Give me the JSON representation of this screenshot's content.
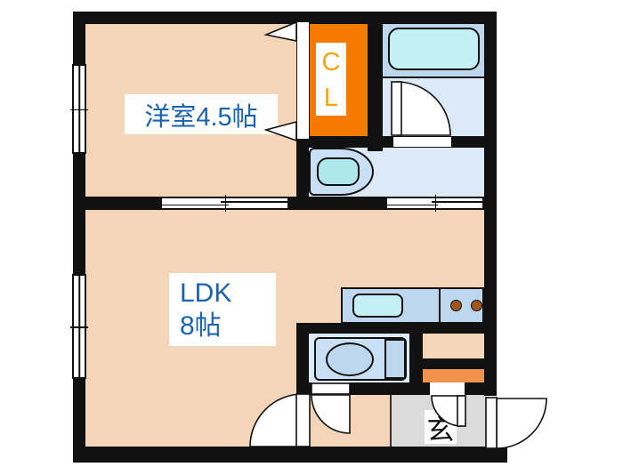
{
  "floorplan": {
    "rooms": {
      "western_room": {
        "name": "洋室",
        "size": "4.5帖"
      },
      "ldk": {
        "name": "LDK",
        "size": "8帖"
      },
      "closet": {
        "label": "CL"
      },
      "entrance": {
        "label": "玄"
      }
    },
    "fixtures": {
      "bathtub": "bathtub",
      "vanity_sink": "washroom-sink",
      "kitchen_sink": "kitchen-sink",
      "stove_burners": 2,
      "toilet": "toilet",
      "shoe_cabinet": "shoe-cabinet"
    },
    "colors": {
      "wall": "#111111",
      "room_peach": "#F4D5B8",
      "closet_orange": "#F57A00",
      "closet_label_amber": "#F7A600",
      "label_blue": "#1A63AE",
      "bath_blue": "#BDD7EE",
      "wet_room_blue": "#DCEAF8",
      "tub_cyan": "#C4EFF4",
      "basin_cyan": "#AEE8EC",
      "fixture_blue": "#BDD7EE",
      "unit_blue": "#C9DFF3",
      "burner_brown": "#A2571E",
      "genkan_gray": "#DBDBDB",
      "cabinet_orange": "#F0914C"
    }
  }
}
